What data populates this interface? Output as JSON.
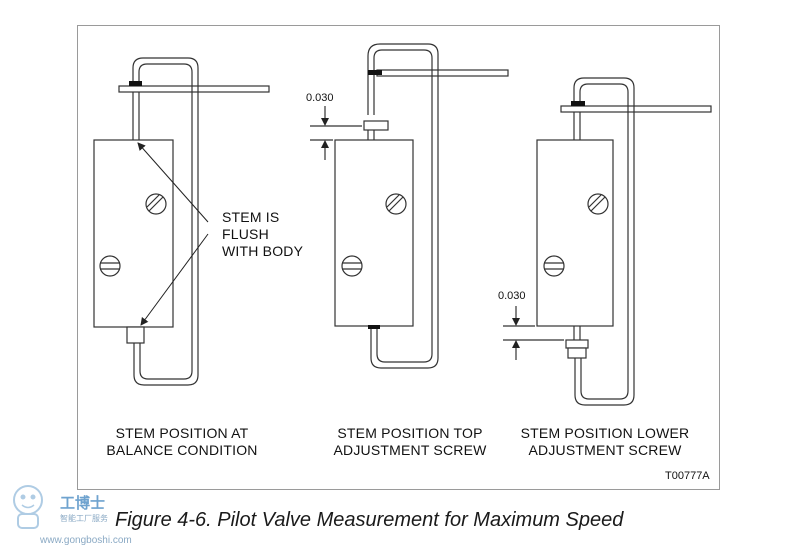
{
  "panels": [
    {
      "title_line1": "STEM POSITION AT",
      "title_line2": "BALANCE CONDITION"
    },
    {
      "title_line1": "STEM POSITION TOP",
      "title_line2": "ADJUSTMENT SCREW"
    },
    {
      "title_line1": "STEM POSITION LOWER",
      "title_line2": "ADJUSTMENT SCREW"
    }
  ],
  "callout": {
    "line1": "STEM IS",
    "line2": "FLUSH",
    "line3": "WITH BODY"
  },
  "dimensions": {
    "top_gap": "0.030",
    "bottom_gap": "0.030"
  },
  "drawing_number": "T00777A",
  "caption": "Figure 4-6.  Pilot Valve Measurement for Maximum Speed",
  "watermark": {
    "brand": "工博士",
    "subtitle": "智能工厂服务",
    "url": "www.gongboshi.com"
  },
  "colors": {
    "line": "#333333",
    "frame": "#9a9a9a",
    "watermark": "#6fa3cf"
  }
}
